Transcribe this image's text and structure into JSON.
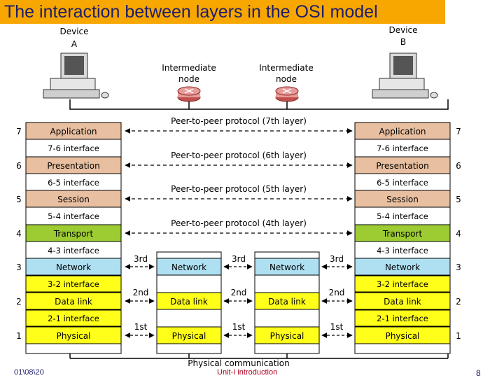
{
  "title": "The interaction between layers in the OSI model",
  "device_a": {
    "line1": "Device",
    "line2": "A"
  },
  "device_b": {
    "line1": "Device",
    "line2": "B"
  },
  "intermediate_1": {
    "line1": "Intermediate",
    "line2": "node"
  },
  "intermediate_2": {
    "line1": "Intermediate",
    "line2": "node"
  },
  "layers": [
    {
      "num": "7",
      "name": "Application",
      "color": "#e8bfa0"
    },
    {
      "num": "6",
      "name": "Presentation",
      "color": "#e8bfa0"
    },
    {
      "num": "5",
      "name": "Session",
      "color": "#e8bfa0"
    },
    {
      "num": "4",
      "name": "Transport",
      "color": "#9ccc32"
    },
    {
      "num": "3",
      "name": "Network",
      "color": "#aee0f2"
    },
    {
      "num": "2",
      "name": "Data link",
      "color": "#ffff1a"
    },
    {
      "num": "1",
      "name": "Physical",
      "color": "#ffff1a"
    }
  ],
  "interfaces": [
    "7-6 interface",
    "6-5 interface",
    "5-4 interface",
    "4-3 interface",
    "3-2 interface",
    "2-1 interface"
  ],
  "protocols": [
    "Peer-to-peer protocol (7th layer)",
    "Peer-to-peer protocol (6th layer)",
    "Peer-to-peer protocol (5th layer)",
    "Peer-to-peer protocol (4th layer)"
  ],
  "hop_labels": {
    "third": "3rd",
    "second": "2nd",
    "first": "1st"
  },
  "physical_communication": "Physical communication",
  "footer": {
    "date": "01\\08\\20",
    "center": "Unit-I introduction",
    "page": "8"
  }
}
